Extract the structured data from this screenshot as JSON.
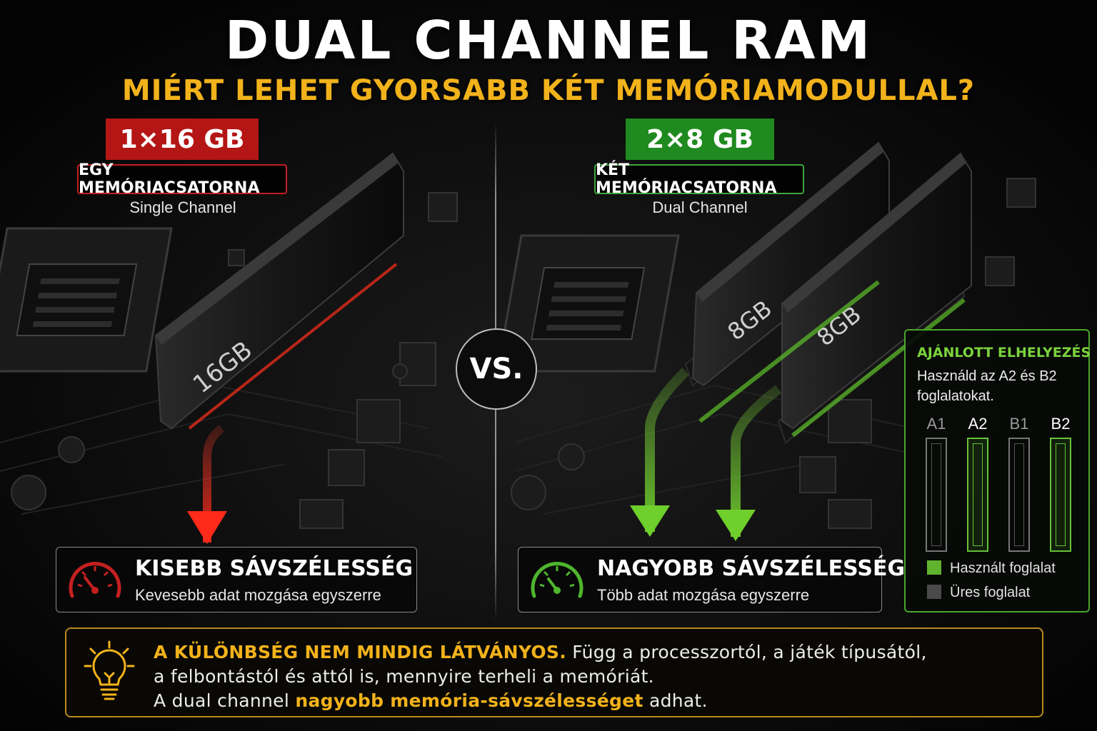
{
  "title": "DUAL CHANNEL RAM",
  "subtitle": "MIÉRT LEHET GYORSABB KÉT MEMÓRIAMODULLAL?",
  "left": {
    "size": "1×16 GB",
    "channel_label": "EGY MEMÓRIACSATORNA",
    "channel_sub": "Single Channel",
    "module_label": "16GB",
    "bandwidth_title": "KISEBB SÁVSZÉLESSÉG",
    "bandwidth_text": "Kevesebb adat mozgása egyszerre",
    "accent": "#c42020"
  },
  "right": {
    "size": "2×8 GB",
    "channel_label": "KÉT MEMÓRIACSATORNA",
    "channel_sub": "Dual Channel",
    "module_labels": [
      "8GB",
      "8GB"
    ],
    "bandwidth_title": "NAGYOBB SÁVSZÉLESSÉG",
    "bandwidth_text": "Több adat mozgása egyszerre",
    "accent": "#4fb52e"
  },
  "vs": "VS.",
  "recommendation": {
    "title": "AJÁNLOTT ELHELYEZÉS",
    "text": "Használd az A2 és B2 foglalatokat.",
    "slots": [
      {
        "label": "A1",
        "used": false
      },
      {
        "label": "A2",
        "used": true
      },
      {
        "label": "B1",
        "used": false
      },
      {
        "label": "B2",
        "used": true
      }
    ],
    "legend_used": "Használt foglalat",
    "legend_empty": "Üres foglalat",
    "used_color": "#66c13a",
    "empty_color": "#555555"
  },
  "note": {
    "bold": "A KÜLÖNBSÉG NEM MINDIG LÁTVÁNYOS.",
    "line1_rest": " Függ a processzortól, a játék típusától,",
    "line2": "a felbontástól és attól is, mennyire terheli a memóriát.",
    "line3_pre": "A dual channel ",
    "line3_highlight": "nagyobb memória-sávszélességet",
    "line3_post": " adhat.",
    "accent": "#f2b21b"
  },
  "icons": {
    "gauge_left": "speedometer-low-icon",
    "gauge_right": "speedometer-high-icon",
    "note": "lightbulb-icon"
  }
}
